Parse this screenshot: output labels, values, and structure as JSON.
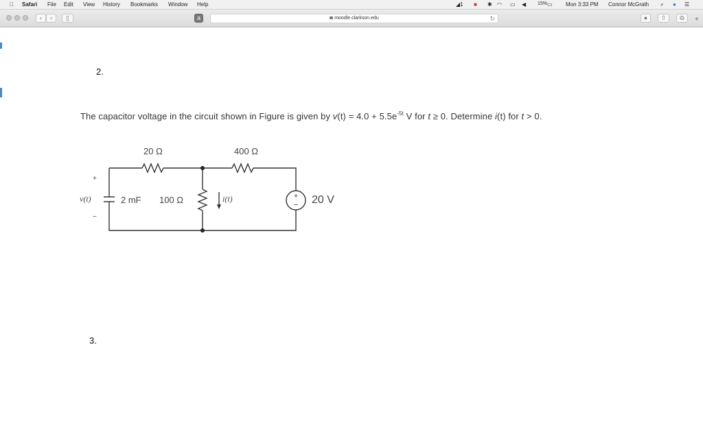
{
  "menubar": {
    "apple": "",
    "app": "Safari",
    "items": [
      "File",
      "Edit",
      "View",
      "History",
      "Bookmarks",
      "Window",
      "Help"
    ],
    "battery": "15%",
    "clock": "Mon 3:33 PM",
    "user": "Connor McGrath"
  },
  "toolbar": {
    "url": "moodle.clarkson.edu"
  },
  "question2": {
    "number": "2.",
    "text_before": "The capacitor voltage in the circuit shown in Figure is given by ",
    "v_symbol": "v",
    "t1": "(t)",
    "expr_a": " = 4.0 + 5.5e",
    "exponent": "-5t",
    "text_mid": " V for ",
    "t2": "t",
    "cond1": " ≥ 0. Determine ",
    "i_symbol": "i",
    "t3": "(t)",
    "text_for": " for ",
    "t4": "t",
    "cond2": " > 0."
  },
  "circuit": {
    "r1": "20 Ω",
    "r2": "400 Ω",
    "vt": "v(t)",
    "plus": "+",
    "minus": "−",
    "cap": "2 mF",
    "r3": "100 Ω",
    "it": "i(t)",
    "src": "20 V"
  },
  "question3": {
    "number": "3."
  }
}
